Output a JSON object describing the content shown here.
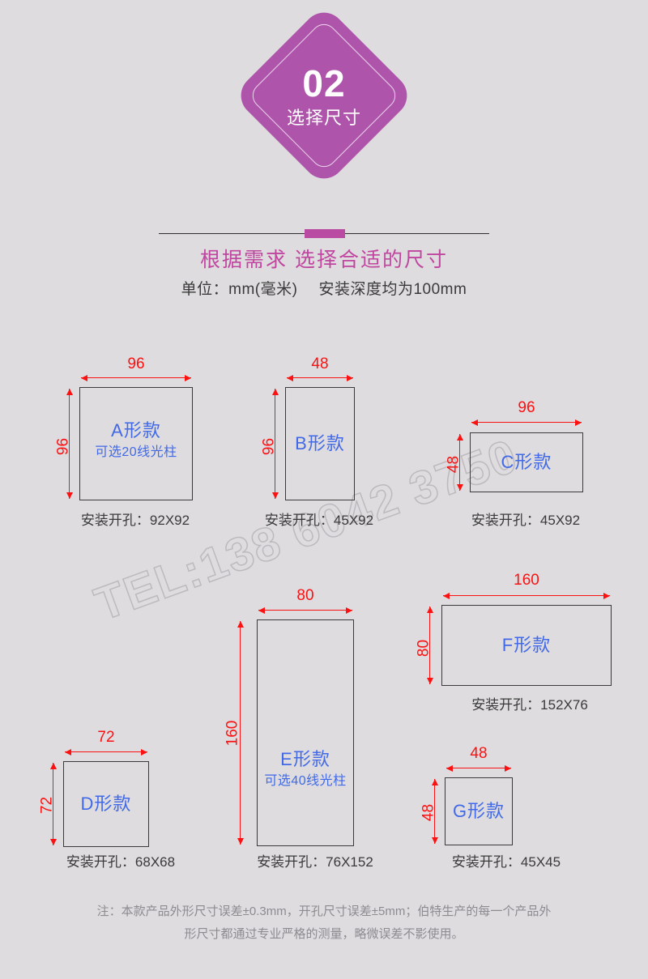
{
  "background_color": "#dedcdf",
  "accent_purple": "#ae55ab",
  "accent_magenta": "#c0459f",
  "dimension_red": "#fb1111",
  "label_blue": "#4169e8",
  "badge": {
    "number": "02",
    "subtitle": "选择尺寸"
  },
  "header": {
    "title": "根据需求 选择合适的尺寸",
    "unit_text": "单位：mm(毫米)",
    "depth_text": "安装深度均为100mm"
  },
  "watermark": {
    "text": "TEL:138 6042 3750"
  },
  "specs": [
    {
      "id": "A",
      "label": "A形款",
      "sublabel": "可选20线光柱",
      "width_mm": "96",
      "height_mm": "96",
      "caption": "安装开孔：92X92"
    },
    {
      "id": "B",
      "label": "B形款",
      "sublabel": "",
      "width_mm": "48",
      "height_mm": "96",
      "caption": "安装开孔：45X92"
    },
    {
      "id": "C",
      "label": "C形款",
      "sublabel": "",
      "width_mm": "96",
      "height_mm": "48",
      "caption": "安装开孔：45X92"
    },
    {
      "id": "E",
      "label": "E形款",
      "sublabel": "可选40线光柱",
      "width_mm": "80",
      "height_mm": "160",
      "caption": "安装开孔：76X152"
    },
    {
      "id": "F",
      "label": "F形款",
      "sublabel": "",
      "width_mm": "160",
      "height_mm": "80",
      "caption": "安装开孔：152X76"
    },
    {
      "id": "D",
      "label": "D形款",
      "sublabel": "",
      "width_mm": "72",
      "height_mm": "72",
      "caption": "安装开孔：68X68"
    },
    {
      "id": "G",
      "label": "G形款",
      "sublabel": "",
      "width_mm": "48",
      "height_mm": "48",
      "caption": "安装开孔：45X45"
    }
  ],
  "footer": {
    "line1": "注：本款产品外形尺寸误差±0.3mm，开孔尺寸误差±5mm；伯特生产的每一个产品外",
    "line2": "形尺寸都通过专业严格的测量，略微误差不影使用。"
  }
}
